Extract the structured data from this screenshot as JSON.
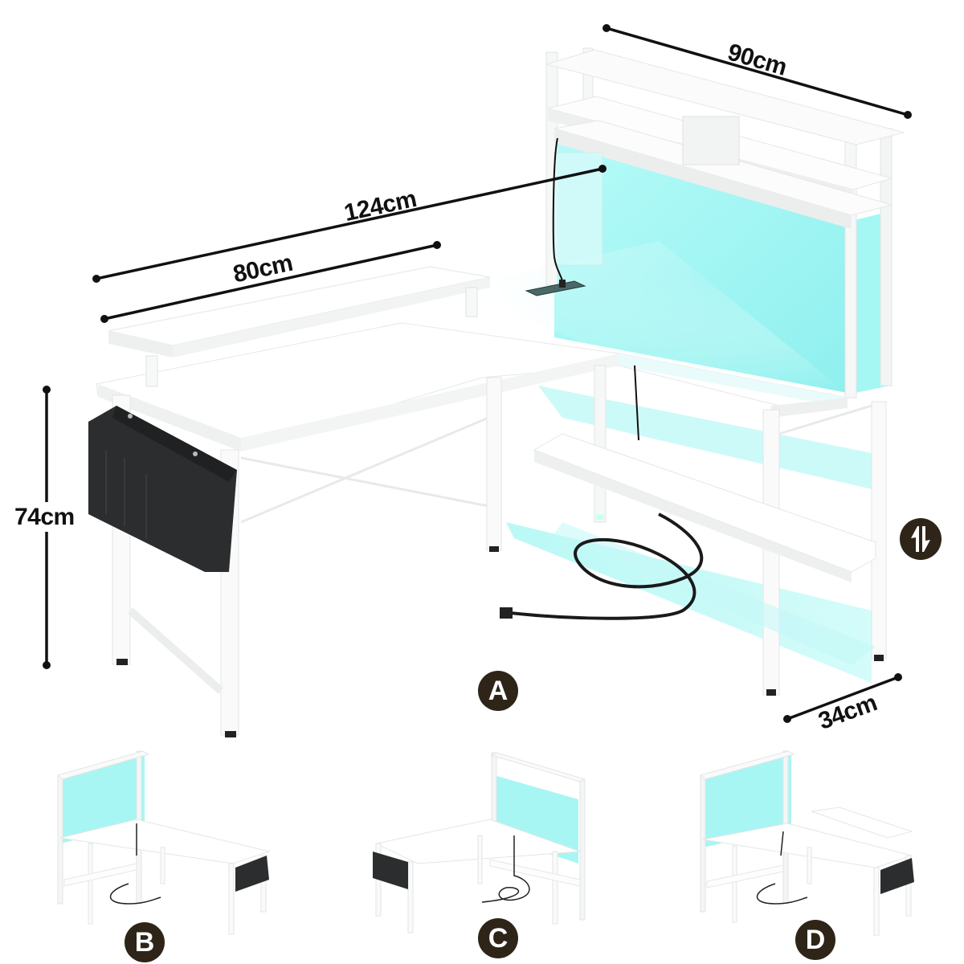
{
  "product": {
    "type": "L-shaped desk with hutch, LED lights and storage bag",
    "colors": {
      "desk": "#ffffff",
      "led_glow": "#9ff5f3",
      "bag": "#2b2d2e",
      "badge": "#2e2418",
      "dimension_line": "#111111"
    }
  },
  "dimensions": {
    "hutch_width": "90cm",
    "total_length": "124cm",
    "desk_length": "80cm",
    "height": "74cm",
    "depth": "34cm"
  },
  "icons": {
    "reversible": "swap-arrows-icon"
  },
  "configurations": {
    "main": {
      "label": "A"
    },
    "variants": [
      {
        "label": "B"
      },
      {
        "label": "C"
      },
      {
        "label": "D"
      }
    ]
  }
}
